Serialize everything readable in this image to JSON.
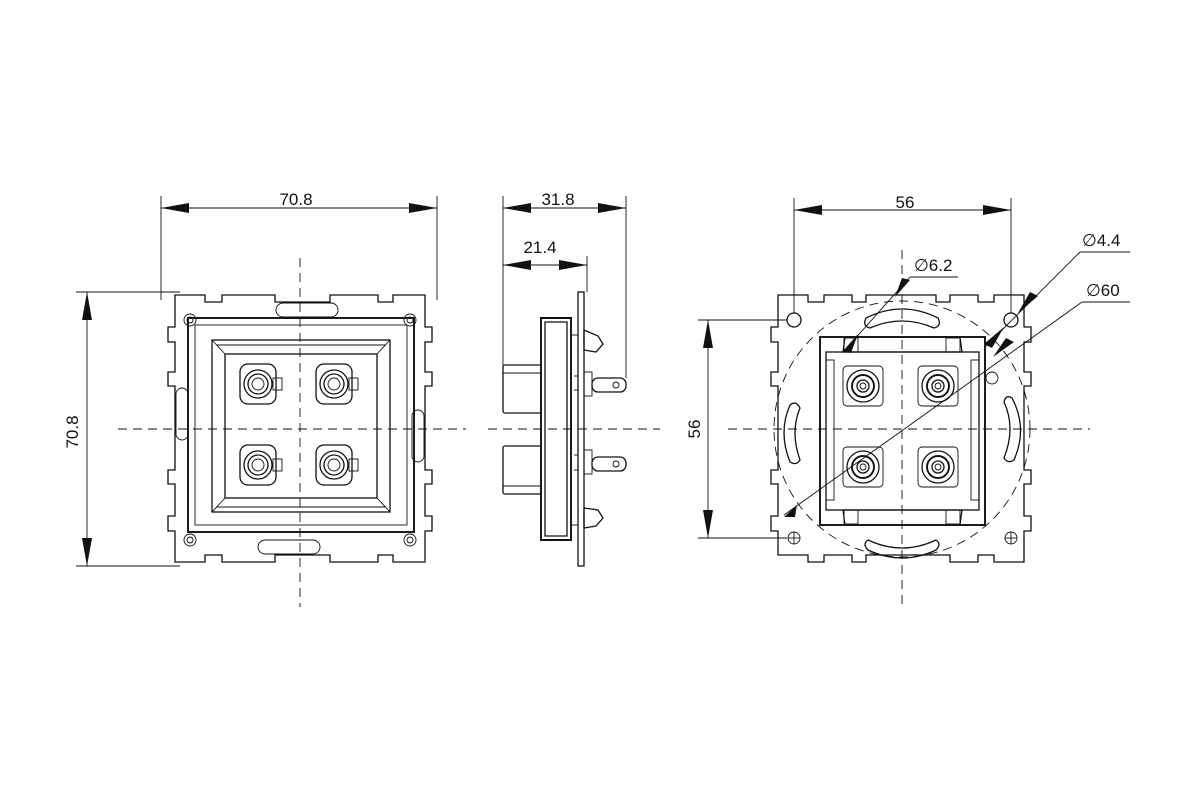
{
  "front_view": {
    "width_label": "70.8",
    "height_label": "70.8"
  },
  "side_view": {
    "depth_total_label": "31.8",
    "depth_partial_label": "21.4"
  },
  "rear_view": {
    "hole_spacing_h_label": "56",
    "hole_spacing_v_label": "56",
    "mount_hole_dia_label": "∅4.4",
    "screw_hole_dia_label": "∅6.2",
    "circle_dia_label": "∅60"
  },
  "colors": {
    "line": "#111111",
    "background": "#ffffff"
  }
}
